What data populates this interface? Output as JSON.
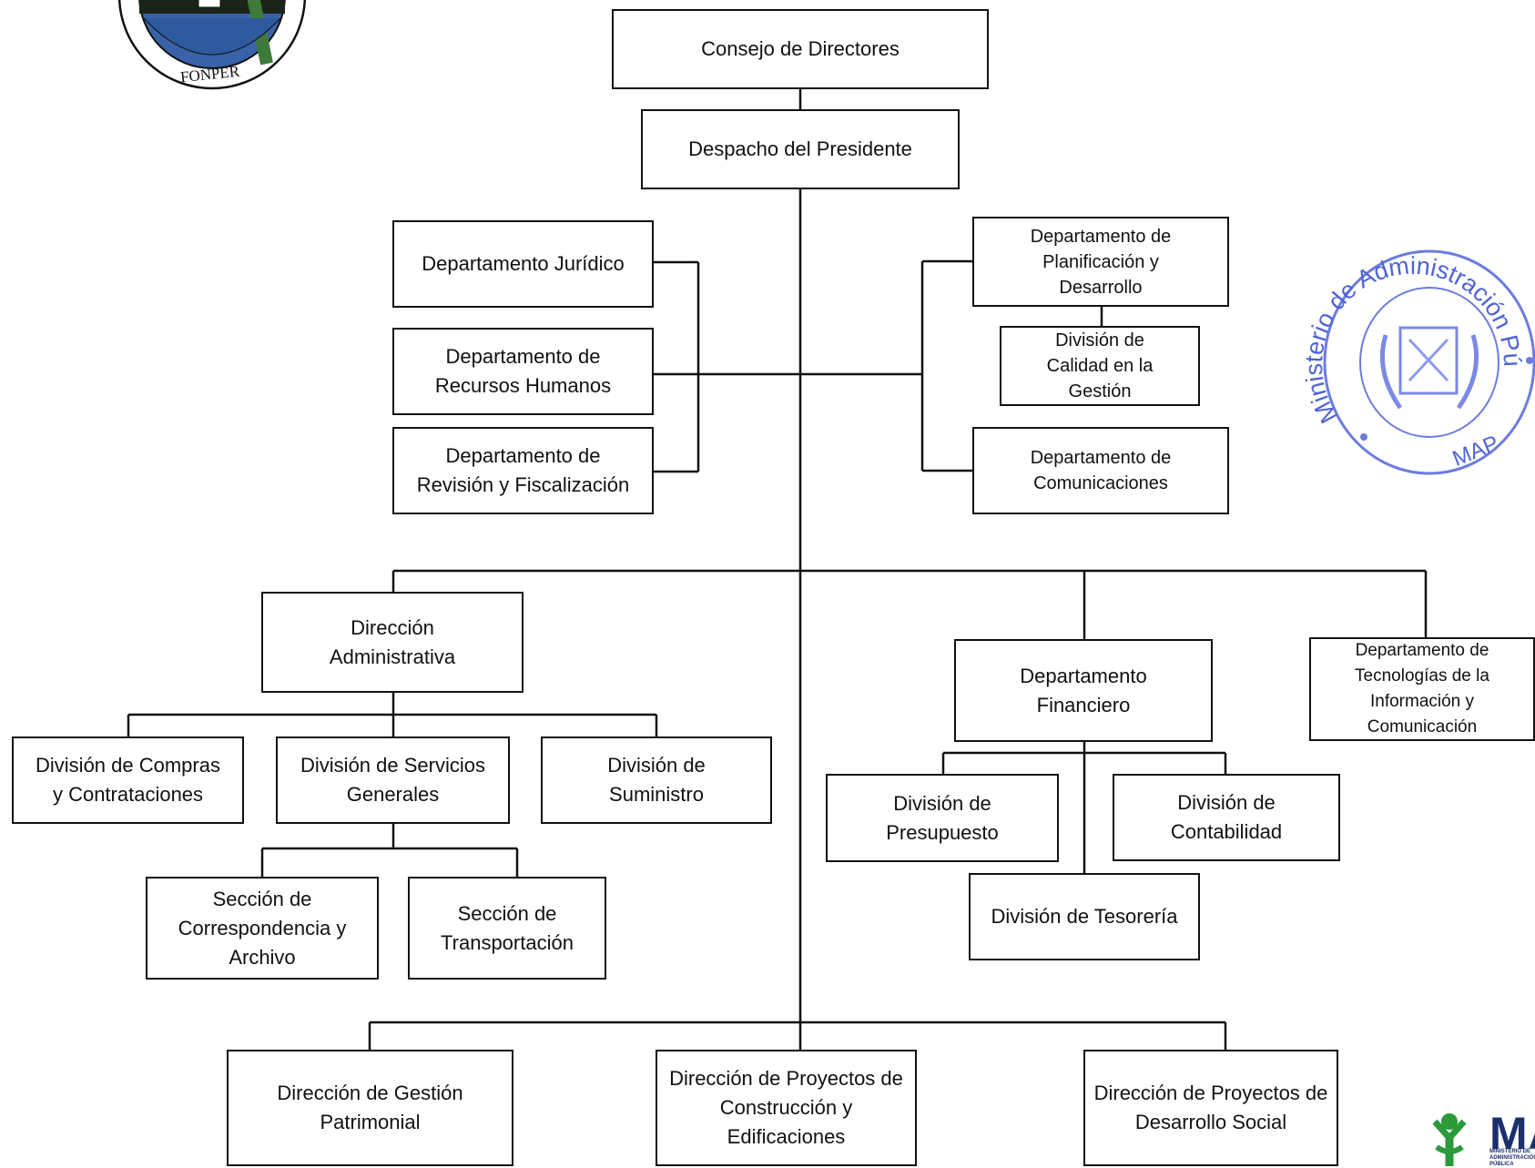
{
  "logo": {
    "text": "FONPER"
  },
  "stamp": {
    "arc_text": "Ministerio de Administración Pública",
    "bottom_text": "MAP"
  },
  "brand_logo": {
    "text": "MA",
    "subtext": "MINISTERIO DE ADMINISTRACIÓN PÚBLICA"
  },
  "nodes": {
    "consejo": "Consejo de Directores",
    "despacho": "Despacho del Presidente",
    "juridico": "Departamento Jurídico",
    "rrhh": "Departamento de\nRecursos Humanos",
    "revision": "Departamento de\nRevisión y Fiscalización",
    "planificacion": "Departamento de\nPlanificación y\nDesarrollo",
    "calidad": "División de\nCalidad en la\nGestión",
    "comunicaciones": "Departamento de\nComunicaciones",
    "dir_admin": "Dirección\nAdministrativa",
    "financiero": "Departamento\nFinanciero",
    "tic": "Departamento de\nTecnologías de la\nInformación y\nComunicación",
    "compras": "División de Compras\ny Contrataciones",
    "servicios": "División de Servicios\nGenerales",
    "suministro": "División de\nSuministro",
    "correspondencia": "Sección de\nCorrespondencia y\nArchivo",
    "transportacion": "Sección de\nTransportación",
    "presupuesto": "División de\nPresupuesto",
    "contabilidad": "División de\nContabilidad",
    "tesoreria": "División de Tesorería",
    "gestion_patrimonial": "Dirección de Gestión\nPatrimonial",
    "construccion": "Dirección de Proyectos de\nConstrucción y\nEdificaciones",
    "desarrollo_social": "Dirección de Proyectos de\nDesarrollo Social"
  }
}
